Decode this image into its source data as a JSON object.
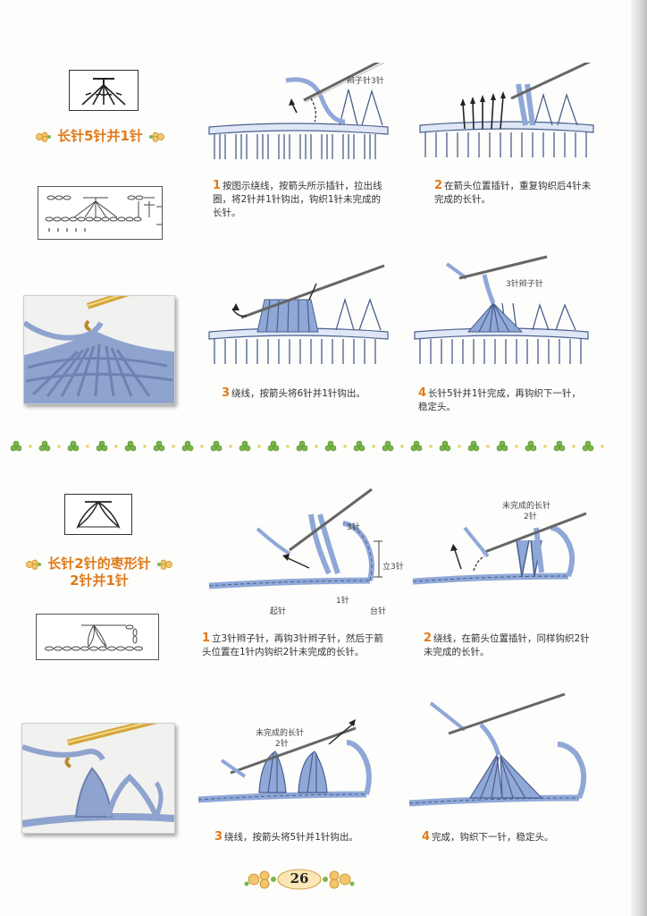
{
  "page": {
    "number": "26"
  },
  "section1": {
    "title": "长针5针并1针",
    "steps": [
      {
        "num": "1",
        "text": "按图示绕线，按箭头所示插针，拉出线圈，将2针并1针钩出，钩织1针未完成的长针。",
        "labels": [
          "辫子针3针"
        ]
      },
      {
        "num": "2",
        "text": "在箭头位置插针，重复钩织后4针未完成的长针。",
        "labels": []
      },
      {
        "num": "3",
        "text": "绕线，按箭头将6针并1针钩出。",
        "labels": []
      },
      {
        "num": "4",
        "text": "长针5针并1针完成，再钩织下一针，稳定头。",
        "labels": [
          "3针辫子针"
        ]
      }
    ]
  },
  "section2": {
    "title_line1": "长针2针的枣形针",
    "title_line2": "2针并1针",
    "steps": [
      {
        "num": "1",
        "text": "立3针辫子针，再钩3针辫子针，然后于箭头位置在1针内钩织2针未完成的长针。",
        "labels": [
          "3针",
          "立3针",
          "1针",
          "起针",
          "台针"
        ]
      },
      {
        "num": "2",
        "text": "绕线，在箭头位置插针，同样钩织2针未完成的长针。",
        "labels": [
          "未完成的长针",
          "2针"
        ]
      },
      {
        "num": "3",
        "text": "绕线，按箭头将5针并1针钩出。",
        "labels": [
          "未完成的长针",
          "2针"
        ]
      },
      {
        "num": "4",
        "text": "完成，钩织下一针，稳定头。",
        "labels": []
      }
    ]
  },
  "colors": {
    "accent": "#e07a18",
    "yarn": "#8fa8d8",
    "yarn_dark": "#4a5f8e",
    "needle": "#666666",
    "clover": "#7ab648"
  }
}
